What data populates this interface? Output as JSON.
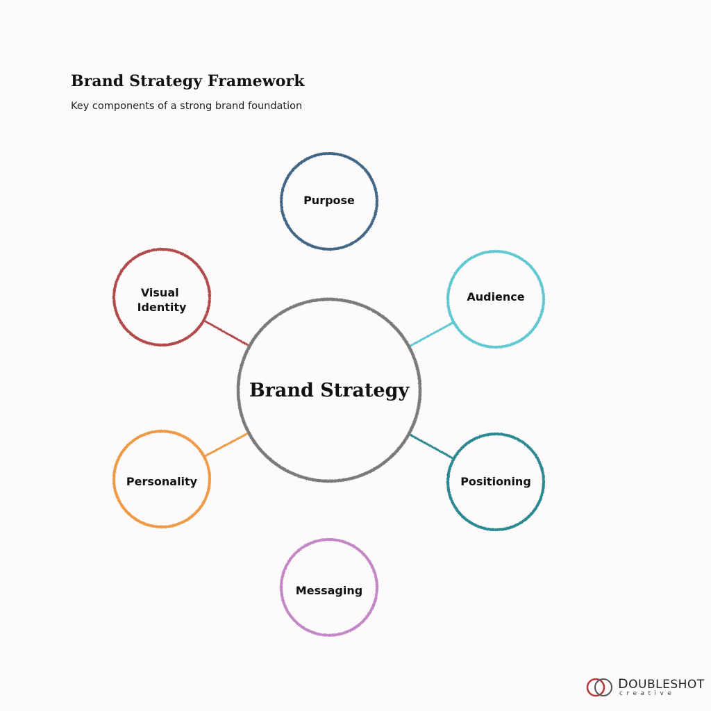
{
  "header": {
    "title": "Brand Strategy Framework",
    "subtitle": "Key components of a strong brand foundation"
  },
  "diagram": {
    "center": {
      "label": "Brand Strategy",
      "color": "#7a7a7a"
    },
    "nodes": [
      {
        "id": "purpose",
        "lines": [
          "Purpose"
        ],
        "color": "#3f6585"
      },
      {
        "id": "audience",
        "lines": [
          "Audience"
        ],
        "color": "#5ec8d0"
      },
      {
        "id": "positioning",
        "lines": [
          "Positioning"
        ],
        "color": "#2b8890"
      },
      {
        "id": "messaging",
        "lines": [
          "Messaging"
        ],
        "color": "#c286c4"
      },
      {
        "id": "personality",
        "lines": [
          "Personality"
        ],
        "color": "#ee9a44"
      },
      {
        "id": "visual-identity",
        "lines": [
          "Visual",
          "Identity"
        ],
        "color": "#b04848"
      }
    ]
  },
  "logo": {
    "name_prefix": "D",
    "name_rest": "OUBLESHOT",
    "sub": "creative",
    "ring_colors": [
      "#b83a3a",
      "#555555"
    ]
  }
}
